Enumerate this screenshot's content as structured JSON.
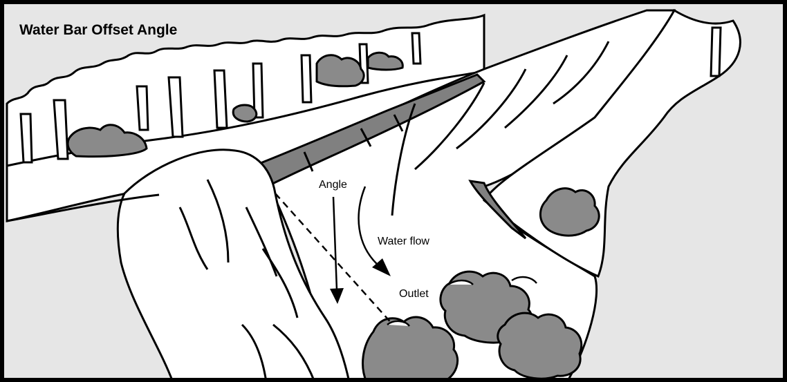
{
  "diagram": {
    "title": "Water Bar Offset Angle",
    "labels": {
      "angle": "Angle",
      "water_flow": "Water flow",
      "outlet": "Outlet"
    },
    "colors": {
      "sky": "#e6e6e6",
      "ink": "#000000",
      "paper": "#ffffff",
      "water_bar": "#808080",
      "shrub": "#8a8a8a"
    }
  }
}
